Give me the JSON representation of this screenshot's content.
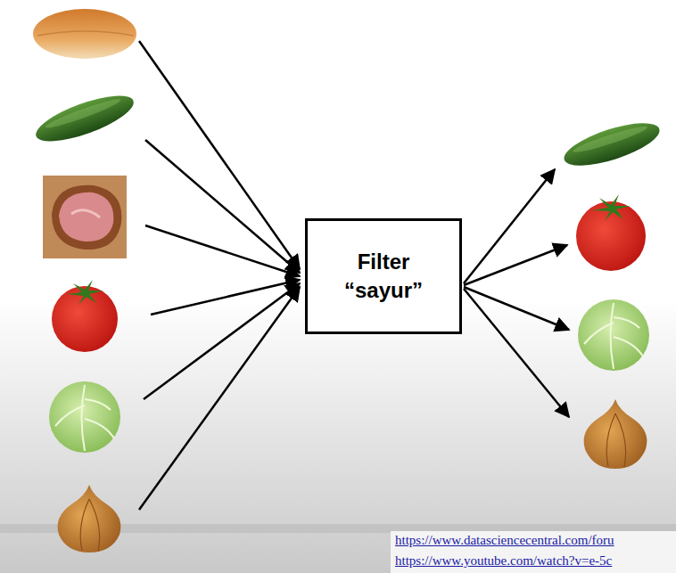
{
  "diagram": {
    "nodes": [
      {
        "text": [
          "Filter “sayur”"
        ]
      }
    ],
    "labels": [
      "https://www.datasciencecentral.com/foru",
      "https://www.youtube.com/watch?v=e-5c"
    ]
  }
}
